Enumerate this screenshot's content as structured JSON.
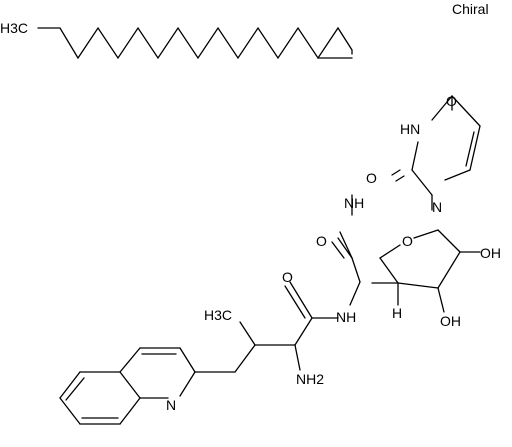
{
  "chiral_label": "Chiral",
  "atoms": {
    "methyl_chain": "H3C",
    "nh_amide_top": "NH",
    "o_amide_top": "O",
    "o_ring": "O",
    "n_uracil": "N",
    "hn_uracil": "HN",
    "o_uracil_top": "O",
    "o_uracil_left": "O",
    "oh_right": "OH",
    "oh_bottom": "OH",
    "h_stereo": "H",
    "nh_amide_mid": "NH",
    "o_amide_left": "O",
    "methyl_branch": "H3C",
    "nh2": "NH2",
    "n_quinoline": "N"
  },
  "colors": {
    "ink": "#000000",
    "background": "#ffffff"
  }
}
